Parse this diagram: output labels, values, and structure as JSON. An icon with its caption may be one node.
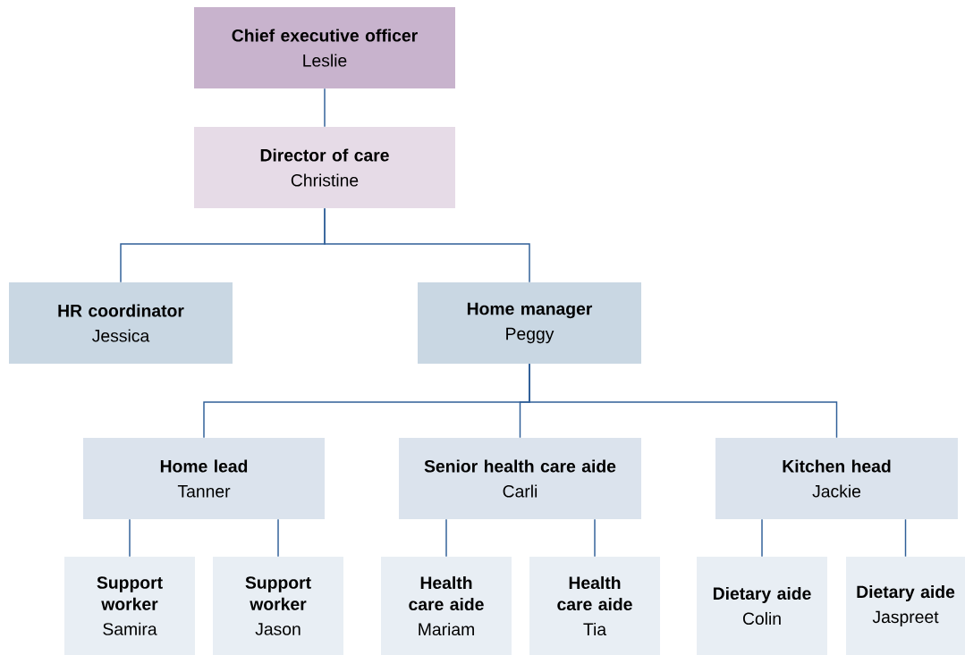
{
  "diagram": {
    "nodes": [
      {
        "text": [
          "Chief executive officer",
          "Leslie"
        ]
      },
      {
        "text": [
          "Director of care",
          "Christine"
        ]
      },
      {
        "text": [
          "HR coordinator",
          "Jessica"
        ]
      },
      {
        "text": [
          "Home manager",
          "Peggy"
        ]
      },
      {
        "text": [
          "Home lead",
          "Tanner"
        ]
      },
      {
        "text": [
          "Senior health care aide",
          "Carli"
        ]
      },
      {
        "text": [
          "Kitchen head",
          "Jackie"
        ]
      },
      {
        "text": [
          "Support worker",
          "Samira"
        ]
      },
      {
        "text": [
          "Support worker",
          "Jason"
        ]
      },
      {
        "text": [
          "Health care aide",
          "Mariam"
        ]
      },
      {
        "text": [
          "Health care aide",
          "Tia"
        ]
      },
      {
        "text": [
          "Dietary aide",
          "Colin"
        ]
      },
      {
        "text": [
          "Dietary aide",
          "Jaspreet"
        ]
      }
    ],
    "edges": [
      {
        "from": 0,
        "to": 1,
        "arrow": "none"
      },
      {
        "from": 1,
        "to": 2,
        "arrow": "none"
      },
      {
        "from": 1,
        "to": 3,
        "arrow": "none"
      },
      {
        "from": 3,
        "to": 4,
        "arrow": "none"
      },
      {
        "from": 3,
        "to": 5,
        "arrow": "none"
      },
      {
        "from": 3,
        "to": 6,
        "arrow": "none"
      },
      {
        "from": 4,
        "to": 7,
        "arrow": "none"
      },
      {
        "from": 4,
        "to": 8,
        "arrow": "none"
      },
      {
        "from": 5,
        "to": 9,
        "arrow": "none"
      },
      {
        "from": 5,
        "to": 10,
        "arrow": "none"
      },
      {
        "from": 6,
        "to": 11,
        "arrow": "none"
      },
      {
        "from": 6,
        "to": 12,
        "arrow": "none"
      }
    ]
  }
}
